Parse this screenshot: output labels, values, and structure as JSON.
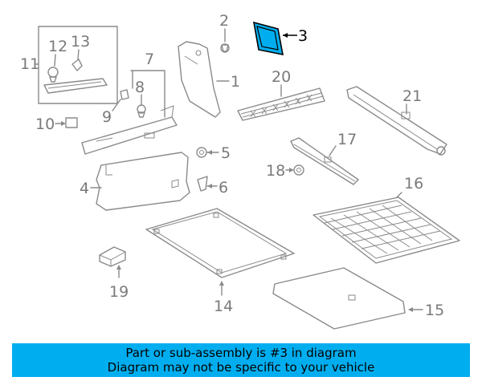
{
  "diagram": {
    "callouts": {
      "c1": "1",
      "c2": "2",
      "c3": "3",
      "c4": "4",
      "c5": "5",
      "c6": "6",
      "c7": "7",
      "c8": "8",
      "c9": "9",
      "c10": "10",
      "c11": "11",
      "c12": "12",
      "c13": "13",
      "c14": "14",
      "c15": "15",
      "c16": "16",
      "c17": "17",
      "c18": "18",
      "c19": "19",
      "c20": "20",
      "c21": "21"
    },
    "highlighted_part": "3",
    "highlight_color": "#00aeef",
    "line_color": "#8a8a8a"
  },
  "banner": {
    "line1": "Part or sub-assembly is #3 in diagram",
    "line2": "Diagram may not be specific to your vehicle",
    "background": "#00aeef"
  }
}
